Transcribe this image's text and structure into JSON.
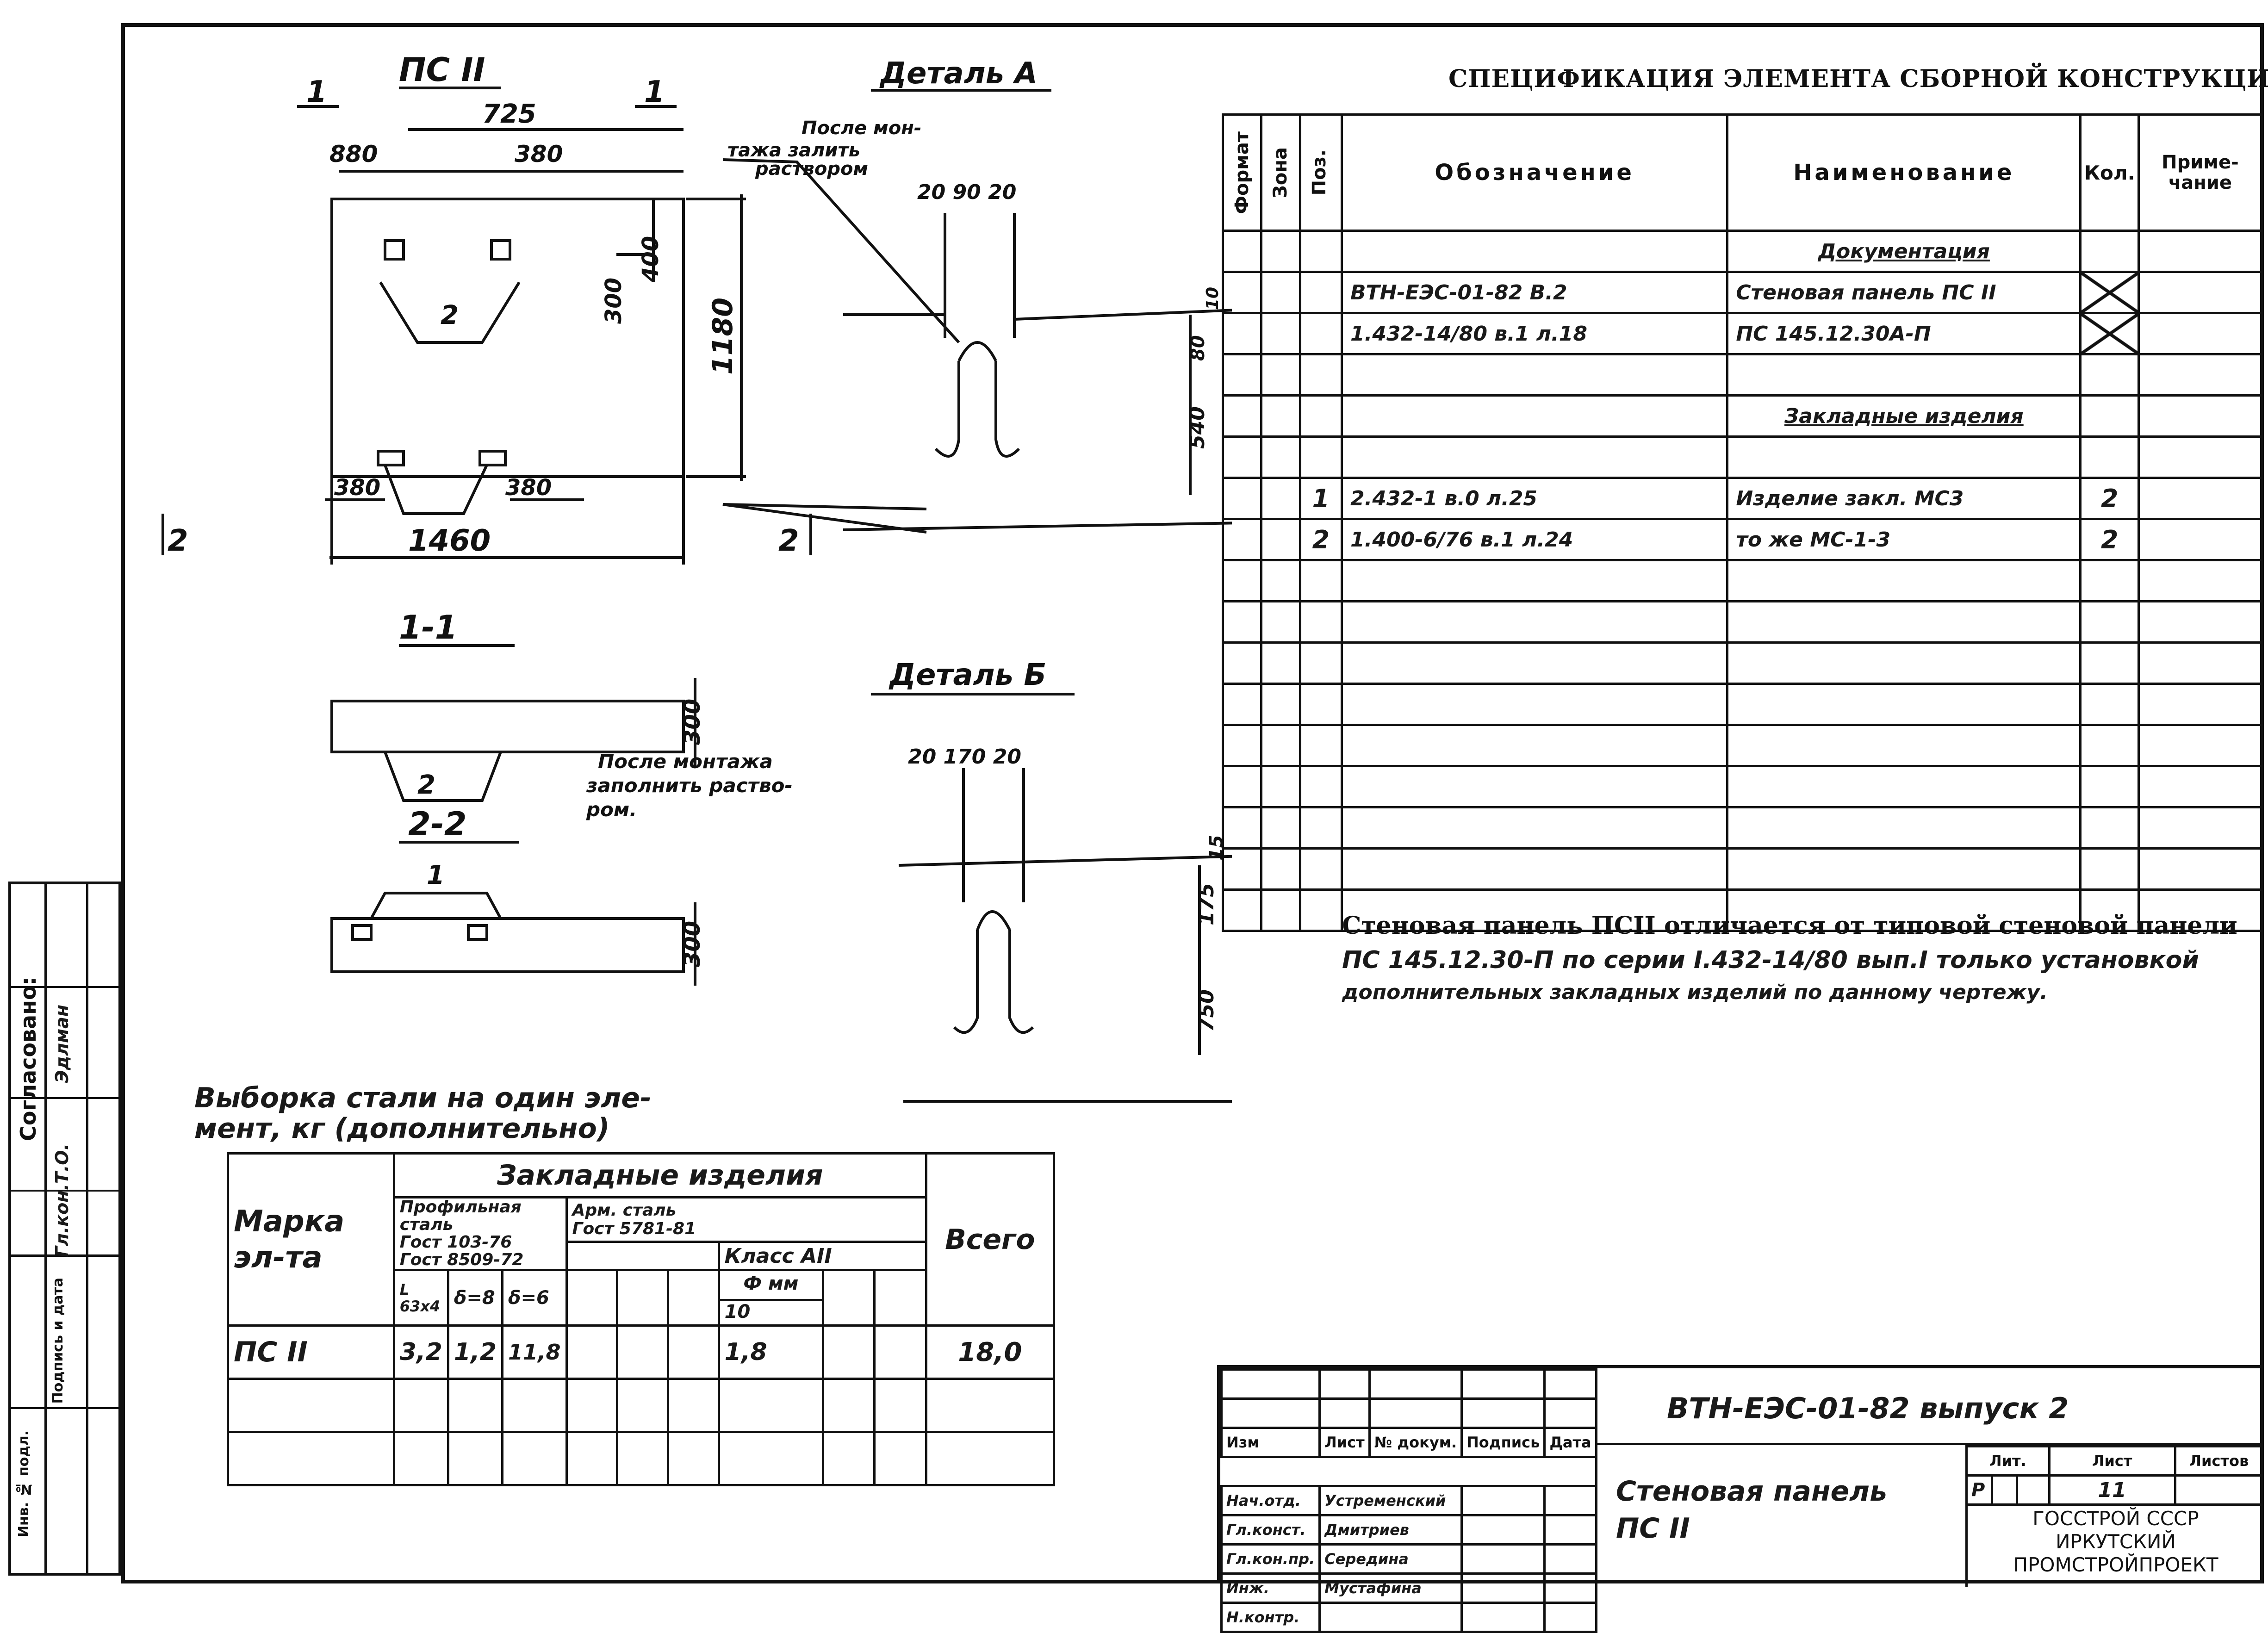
{
  "drawing": {
    "title_psii": "ПС II",
    "cut_1": "1",
    "cut_2": "2",
    "dim_725": "725",
    "dim_880": "880",
    "dim_380_top": "380",
    "dim_400": "400",
    "dim_300": "300",
    "dim_1180": "1180",
    "dim_380_bl": "380",
    "dim_380_br": "380",
    "dim_1460": "1460",
    "part_2": "2",
    "note_after_install": "После мон-\nтажа залить\nраствором",
    "section_1_1": "1-1",
    "section_2_2": "2-2",
    "dim_300_s1": "300",
    "dim_300_s2": "300",
    "part_label_1": "1",
    "part_label_2": "2",
    "detail_a": "Деталь А",
    "detail_b": "Деталь Б",
    "det_a_dims": "20 90 20",
    "det_a_10": "10",
    "det_a_80": "80",
    "det_a_540": "540",
    "det_b_dims": "20 170 20",
    "det_b_15": "15",
    "det_b_175": "175",
    "det_b_750": "750",
    "note_b": "После монтажа\nзаполнить раство-\nром."
  },
  "spec": {
    "title": "СПЕЦИФИКАЦИЯ ЭЛЕМЕНТА СБОРНОЙ КОНСТРУКЦИИ",
    "headers": {
      "format": "Формат",
      "zone": "Зона",
      "pos": "Поз.",
      "designation": "Обозначение",
      "name": "Наименование",
      "qty": "Кол.",
      "note": "Приме-\nчание"
    },
    "rows": [
      {
        "pos": "",
        "designation": "",
        "name": "Документация",
        "qty": "",
        "crossed": false
      },
      {
        "pos": "",
        "designation": "ВТН-ЕЭС-01-82  В.2",
        "name": "Стеновая панель ПС II",
        "qty": "",
        "crossed": true
      },
      {
        "pos": "",
        "designation": "1.432-14/80  в.1 л.18",
        "name": "ПС 145.12.30А-П",
        "qty": "",
        "crossed": true
      },
      {
        "pos": "",
        "designation": "",
        "name": "",
        "qty": "",
        "crossed": false
      },
      {
        "pos": "",
        "designation": "",
        "name": "Закладные изделия",
        "qty": "",
        "crossed": false
      },
      {
        "pos": "",
        "designation": "",
        "name": "",
        "qty": "",
        "crossed": false
      },
      {
        "pos": "1",
        "designation": "2.432-1  в.0  л.25",
        "name": "Изделие закл. МС3",
        "qty": "2",
        "crossed": false
      },
      {
        "pos": "2",
        "designation": "1.400-6/76 в.1 л.24",
        "name": "то же          МС-1-3",
        "qty": "2",
        "crossed": false
      }
    ],
    "empty_rows": 9
  },
  "note_text": {
    "line1": "Стеновая панель ПСII отличается от типовой стеновой панели",
    "line2": "ПС 145.12.30-П по серии I.432-14/80 вып.I только установкой",
    "line3": "дополнительных закладных изделий по данному чертежу."
  },
  "steel": {
    "title": "Выборка стали на один эле-\nмент, кг (дополнительно)",
    "mark_header": "Марка\nэл-та",
    "embedded_header": "Закладные изделия",
    "profile_header": "Профильная\nсталь\nГост 103-76\nГост 8509-72",
    "rebar_header": "Арм. сталь\nГост 5781-81",
    "class_header": "Класс АII",
    "dia_header": "Ф мм",
    "dia_10": "10",
    "sub_l": "L\n63x4",
    "sub_d8": "δ=8",
    "sub_d6": "δ=6",
    "total_header": "Всего",
    "row": {
      "mark": "ПС II",
      "v1": "3,2",
      "v2": "1,2",
      "v3": "11,8",
      "v4": "1,8",
      "total": "18,0"
    }
  },
  "title_block": {
    "code": "ВТН-ЕЭС-01-82  выпуск 2",
    "col_izm": "Изм",
    "col_list": "Лист",
    "col_doc": "№ докум.",
    "col_sign": "Подпись",
    "col_date": "Дата",
    "r1_role": "Нач.отд.",
    "r1_name": "Устременский",
    "r2_role": "Гл.конст.",
    "r2_name": "Дмитриев",
    "r3_role": "Гл.кон.пр.",
    "r3_name": "Середина",
    "r4_role": "Инж.",
    "r4_name": "Мустафина",
    "r5_role": "Н.контр.",
    "r5_name": "",
    "product_name": "Стеновая панель\nПС II",
    "lit_header": "Лит.",
    "sheet_header": "Лист",
    "sheets_header": "Листов",
    "lit_value": "Р",
    "sheet_value": "11",
    "org": "ГОССТРОЙ СССР\nИРКУТСКИЙ\nПРОМСТРОЙПРОЕКТ"
  },
  "side_stamp": {
    "agreed": "Согласовано:",
    "entry1": "Гл.кон.Т.О.",
    "entry2": "Эдлман",
    "inv": "Инв. № подл.",
    "sign_date": "Подпись и дата"
  }
}
